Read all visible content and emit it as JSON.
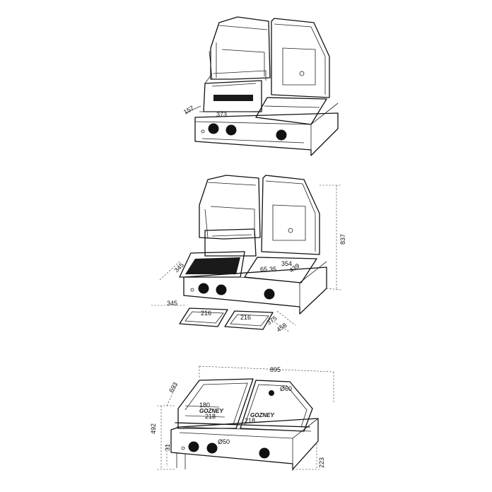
{
  "views": {
    "top": {
      "dimensions": {
        "grill_depth": "157",
        "grill_width": "373"
      }
    },
    "middle": {
      "dimensions": {
        "height": "837",
        "grill_depth": "345",
        "griddle_width": "354",
        "griddle_depth": "439",
        "burner_a": "65",
        "burner_b": "35",
        "base_depth": "345",
        "tray_left_width": "216",
        "tray_right_width": "216",
        "tray_right_depth": "375",
        "tray_offset": "458"
      }
    },
    "bottom": {
      "dimensions": {
        "total_width": "895",
        "depth": "693",
        "thermometer_dia": "Ø60",
        "lid_width_a": "180",
        "lid_width_b": "218",
        "lid_width_c": "218",
        "total_height": "492",
        "knob_offset": "31",
        "knob_dia": "Ø50",
        "leg_height": "223"
      },
      "logo_left": "GOZNEY",
      "logo_right": "GOZNEY"
    }
  }
}
